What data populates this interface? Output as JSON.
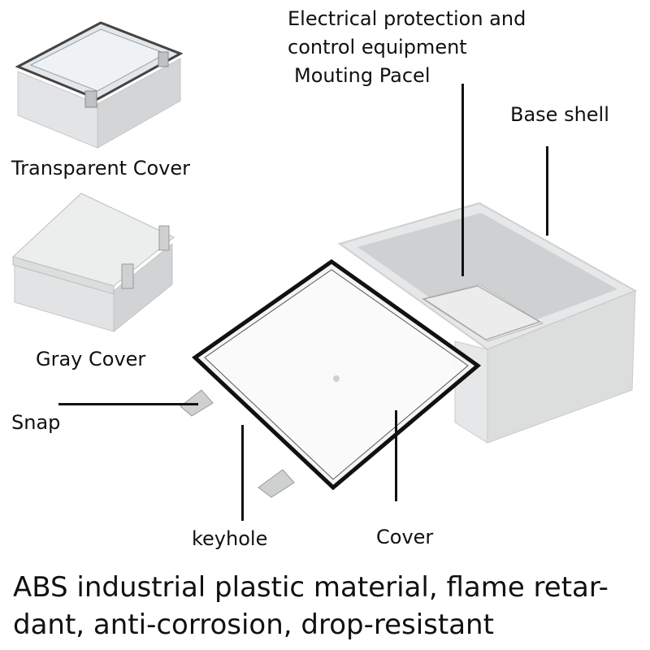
{
  "labels": {
    "protection_line1": "Electrical protection and",
    "protection_line2": "control equipment",
    "protection_line3": "Mouting Pacel",
    "base_shell": "Base shell",
    "transparent_cover": "Transparent Cover",
    "gray_cover": "Gray Cover",
    "snap": "Snap",
    "keyhole": "keyhole",
    "cover": "Cover"
  },
  "footer": {
    "line1": "ABS  industrial plastic material, flame retar-",
    "line2": "dant, anti-corrosion, drop-resistant"
  }
}
